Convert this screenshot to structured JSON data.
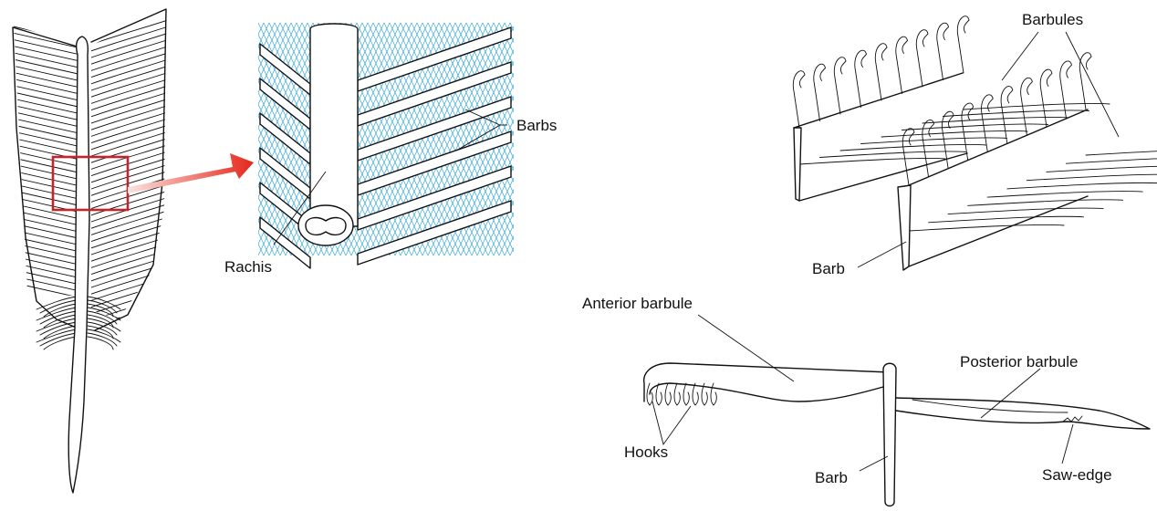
{
  "labels": {
    "rachis": "Rachis",
    "barbs": "Barbs",
    "barbules": "Barbules",
    "barb_upper": "Barb",
    "anterior_barbule": "Anterior barbule",
    "posterior_barbule": "Posterior barbule",
    "hooks": "Hooks",
    "barb_lower": "Barb",
    "saw_edge": "Saw-edge"
  },
  "colors": {
    "hatch": "#3aa9d6",
    "highlight_box": "#c0272d",
    "arrow_start": "#fbe3dd",
    "arrow_end": "#e5261b",
    "ink": "#111111"
  },
  "icons": {
    "zoom_arrow": "right-arrow-icon"
  }
}
